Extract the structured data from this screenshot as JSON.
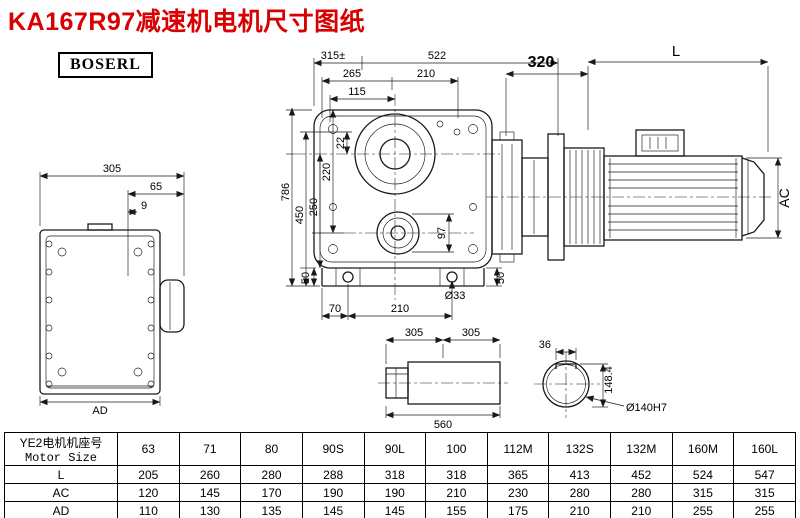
{
  "title": "KA167R97减速机电机尺寸图纸",
  "brand": "BOSERL",
  "dims": {
    "front_top": {
      "d315": "315±",
      "d522": "522",
      "d265": "265",
      "d210": "210",
      "d115": "115"
    },
    "front_left": {
      "d22": "22",
      "d220": "220",
      "d250": "250",
      "d450": "450",
      "d786": "786"
    },
    "front_bottom": {
      "d50l": "50",
      "d70": "70",
      "d210": "210",
      "d33": "Ø33",
      "d50r": "50",
      "d97": "97"
    },
    "motor": {
      "d320": "320",
      "dL": "L",
      "dAC": "AC"
    },
    "side": {
      "d305": "305",
      "d65": "65",
      "d9": "9",
      "dAD": "AD"
    },
    "shaft": {
      "d305a": "305",
      "d305b": "305",
      "d560": "560"
    },
    "shaft_end": {
      "d36": "36",
      "d148": "148.4",
      "d140": "Ø140H7"
    }
  },
  "table": {
    "label_line1": "YE2电机机座号",
    "label_line2": "Motor Size",
    "sizes": [
      "63",
      "71",
      "80",
      "90S",
      "90L",
      "100",
      "112M",
      "132S",
      "132M",
      "160M",
      "160L"
    ],
    "rows": [
      {
        "label": "L",
        "values": [
          "205",
          "260",
          "280",
          "288",
          "318",
          "318",
          "365",
          "413",
          "452",
          "524",
          "547"
        ]
      },
      {
        "label": "AC",
        "values": [
          "120",
          "145",
          "170",
          "190",
          "190",
          "210",
          "230",
          "280",
          "280",
          "315",
          "315"
        ]
      },
      {
        "label": "AD",
        "values": [
          "110",
          "130",
          "135",
          "145",
          "145",
          "155",
          "175",
          "210",
          "210",
          "255",
          "255"
        ]
      }
    ]
  }
}
